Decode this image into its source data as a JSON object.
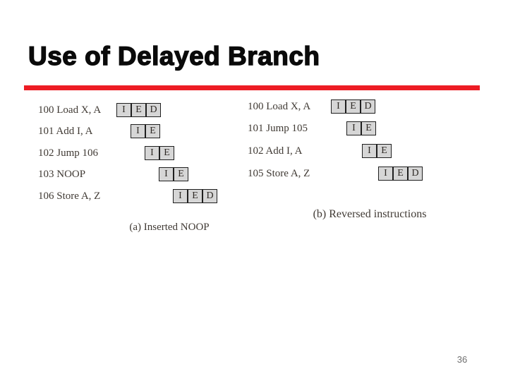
{
  "title": "Use of Delayed Branch",
  "page_number": "36",
  "colors": {
    "accent_red": "#ed1c24",
    "box_fill": "#d6d6d6",
    "ink": "#403a34"
  },
  "diagrams": [
    {
      "caption": "(a) Inserted NOOP",
      "rows": [
        {
          "label": "100 Load X, A",
          "stages": [
            "I",
            "E",
            "D"
          ]
        },
        {
          "label": "101 Add I, A",
          "stages": [
            "I",
            "E"
          ]
        },
        {
          "label": "102 Jump 106",
          "stages": [
            "I",
            "E"
          ]
        },
        {
          "label": "103 NOOP",
          "stages": [
            "I",
            "E"
          ]
        },
        {
          "label": "106 Store A, Z",
          "stages": [
            "I",
            "E",
            "D"
          ]
        }
      ]
    },
    {
      "caption": "(b) Reversed instructions",
      "rows": [
        {
          "label": "100 Load X, A",
          "stages": [
            "I",
            "E",
            "D"
          ]
        },
        {
          "label": "101 Jump 105",
          "stages": [
            "I",
            "E"
          ]
        },
        {
          "label": "102 Add I, A",
          "stages": [
            "I",
            "E"
          ]
        },
        {
          "label": "105 Store A, Z",
          "stages": [
            "I",
            "E",
            "D"
          ]
        }
      ]
    }
  ]
}
